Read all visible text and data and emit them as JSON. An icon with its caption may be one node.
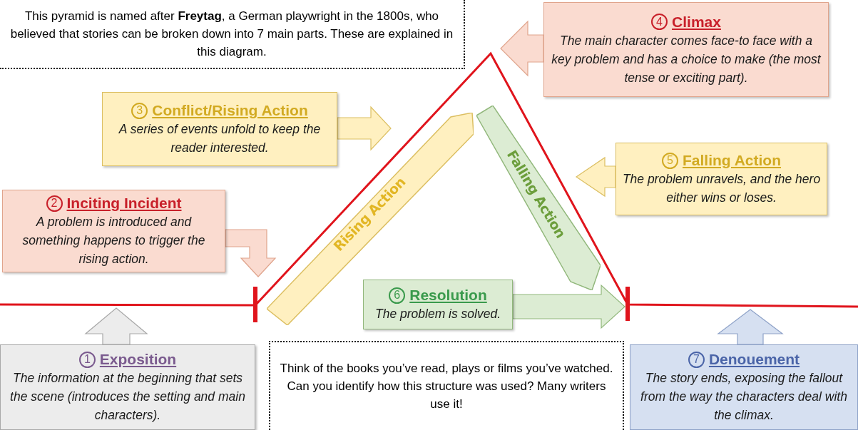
{
  "diagram": {
    "nodes": [
      {
        "text": [
          "This pyramid is named after **Freytag**, a German playwright in the 1800s, who believed that stories can be broken down into 7 main parts. These are explained in this diagram."
        ]
      },
      {
        "text": [
          "4",
          "Climax",
          "The main character comes face-to face with a key problem and has a choice to make (the most tense or exciting part)."
        ]
      },
      {
        "text": [
          "3",
          "Conflict/Rising Action",
          "A series of events unfold to keep the reader interested."
        ]
      },
      {
        "text": [
          "5",
          "Falling Action",
          "The problem unravels, and the hero either wins or loses."
        ]
      },
      {
        "text": [
          "2",
          "Inciting Incident",
          "A problem is introduced and something happens to trigger the rising action."
        ]
      },
      {
        "text": [
          "Rising Action"
        ]
      },
      {
        "text": [
          "Falling Action"
        ]
      },
      {
        "text": [
          "6",
          "Resolution",
          "The problem is solved."
        ]
      },
      {
        "text": [
          "1",
          "Exposition",
          "The information at the beginning that sets the scene (introduces the setting and main characters)."
        ]
      },
      {
        "text": [
          "Think of the books you’ve read, plays or films you’ve watched. Can you identify how this structure was used? Many writers use it!"
        ]
      },
      {
        "text": [
          "7",
          "Denouement",
          "The story ends, exposing the fallout from the way the characters deal with the climax."
        ]
      }
    ],
    "edges": [
      {
        "from": 1,
        "to": null,
        "arrow": "to"
      },
      {
        "from": 2,
        "to": null,
        "arrow": "to"
      },
      {
        "from": 3,
        "to": null,
        "arrow": "to"
      },
      {
        "from": 4,
        "to": null,
        "arrow": "to"
      },
      {
        "from": 7,
        "to": null,
        "arrow": "to"
      },
      {
        "from": 8,
        "to": null,
        "arrow": "to"
      },
      {
        "from": 10,
        "to": null,
        "arrow": "to"
      }
    ]
  }
}
